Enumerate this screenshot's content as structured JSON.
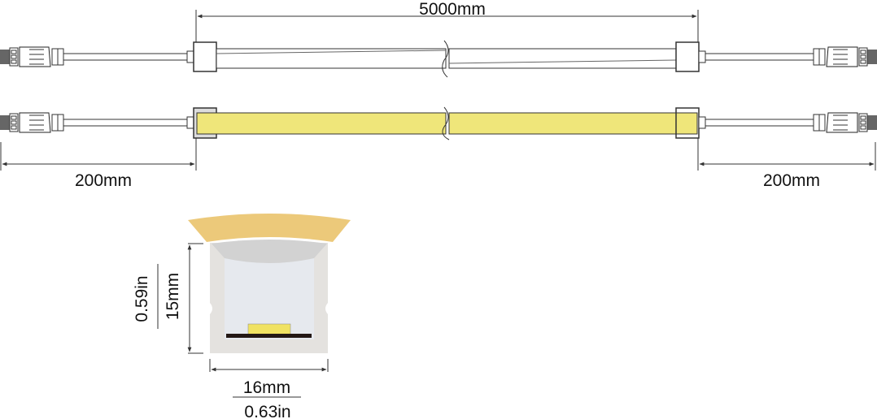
{
  "dimensions": {
    "strip_length": "5000mm",
    "left_cable": "200mm",
    "right_cable": "200mm",
    "height_mm": "15mm",
    "height_in": "0.59in",
    "width_mm": "16mm",
    "width_in": "0.63in"
  },
  "colors": {
    "led_strip": "#efe67a",
    "light_emission": "#ecc97a",
    "profile": "#e4e2df",
    "inner_chamber": "#e6e9ee",
    "pcb": "#231815",
    "led_chip": "#f0e262"
  }
}
